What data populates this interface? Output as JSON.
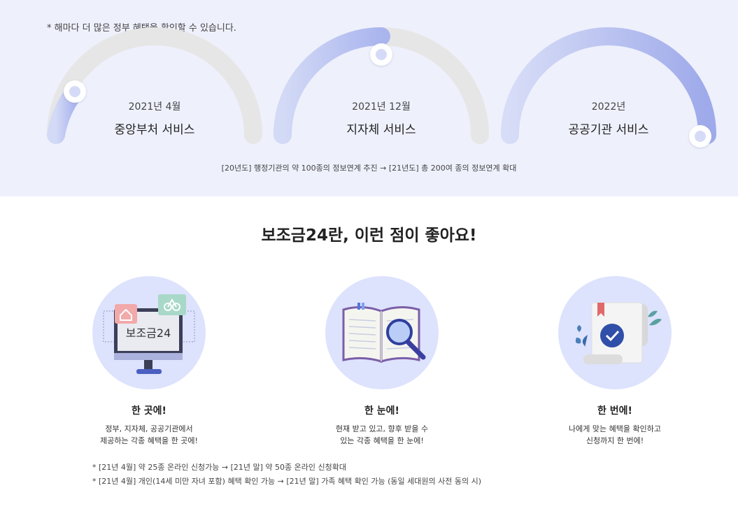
{
  "timeline": {
    "note": "* 해마다 더 많은 정부 혜택을 확인할 수 있습니다.",
    "stages": [
      {
        "date": "2021년 4월",
        "title": "중앙부처 서비스"
      },
      {
        "date": "2021년 12월",
        "title": "지자체 서비스"
      },
      {
        "date": "2022년",
        "title": "공공기관 서비스"
      }
    ],
    "sub": "[20년도] 행정기관의 약 100종의 정보연계 추진 → [21년도] 총 200여 종의 정보연계 확대"
  },
  "headline": "보조금24란, 이런 점이 좋아요!",
  "features": [
    {
      "icon": "monitor-icon",
      "screen_label": "보조금24",
      "title": "한 곳에!",
      "desc1": "정부, 지자체, 공공기관에서",
      "desc2": "제공하는 각종 혜택을 한 곳에!"
    },
    {
      "icon": "book-magnifier-icon",
      "title": "한 눈에!",
      "desc1": "현재 받고 있고, 향후 받을 수",
      "desc2": "있는 각종 혜택을 한 눈에!"
    },
    {
      "icon": "document-check-icon",
      "title": "한 번에!",
      "desc1": "나에게 맞는 혜택을 확인하고",
      "desc2": "신청까지 한 번에!"
    }
  ],
  "notes": [
    "* [21년 4월] 약 25종 온라인 신청가능 → [21년 말] 약 50종 온라인 신청확대",
    "* [21년 4월] 개인(14세 미만 자녀 포함) 혜택 확인 가능 → [21년 말] 가족 혜택 확인 가능 (동일 세대원의 사전 동의 시)"
  ],
  "colors": {
    "accent": "#98a6ea",
    "track": "#e5e5e5",
    "band": "#eef0fc",
    "circle": "#dde2fd"
  }
}
